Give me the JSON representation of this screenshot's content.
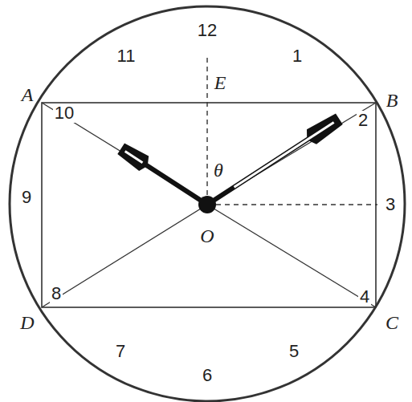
{
  "diagram": {
    "labels": [
      "12",
      "11",
      "1",
      "A",
      "E",
      "B",
      "10",
      "2",
      "θ",
      "9",
      "3",
      "O",
      "8",
      "4",
      "D",
      "C",
      "7",
      "6",
      "5"
    ]
  }
}
